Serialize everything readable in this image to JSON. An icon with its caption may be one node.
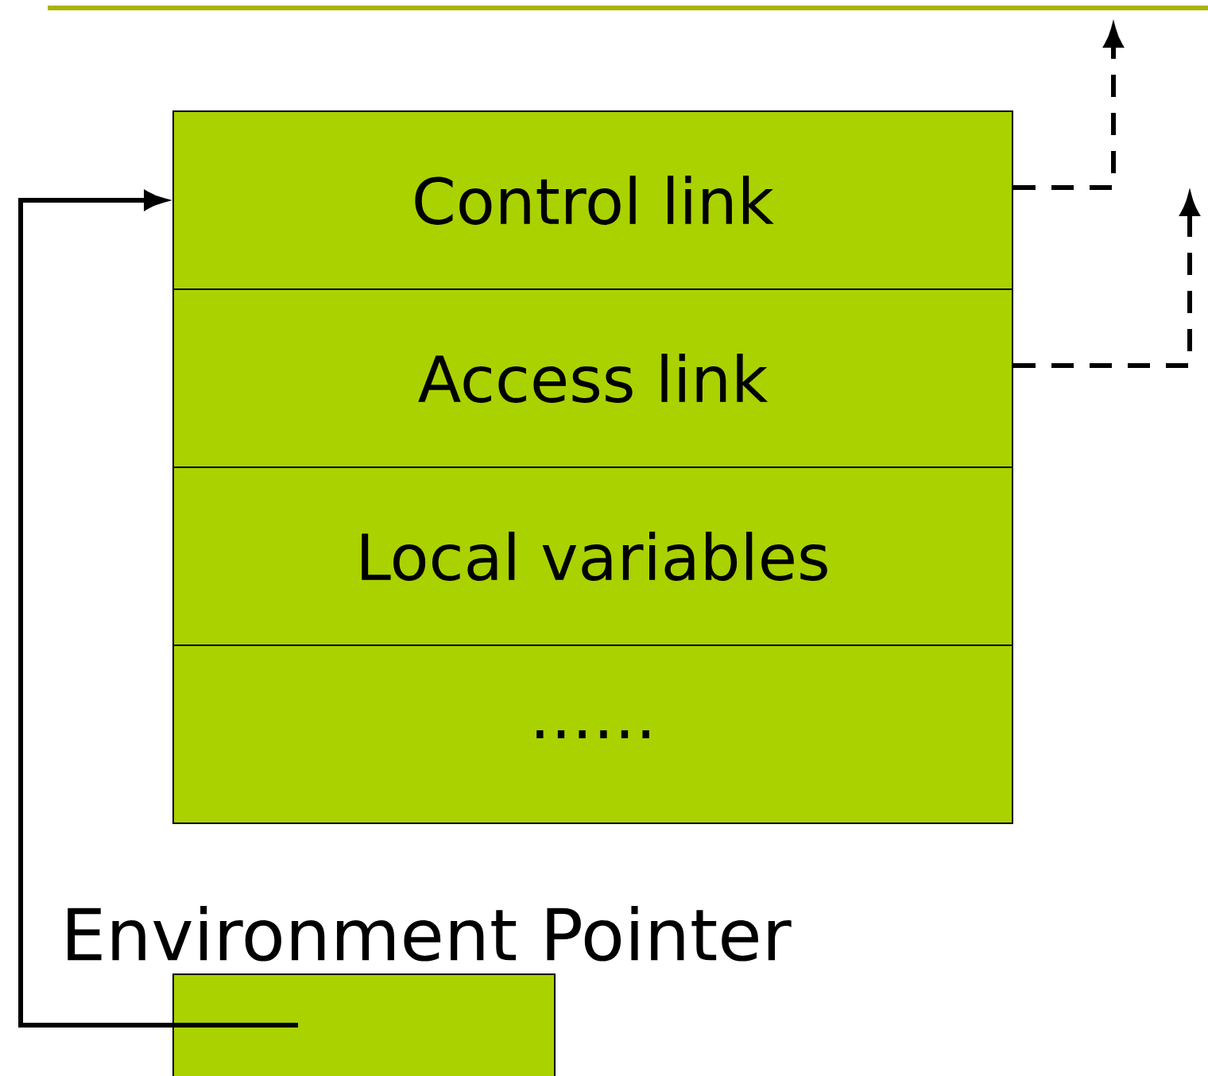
{
  "diagram": {
    "nodes": [
      {
        "text": [
          "Control link"
        ]
      },
      {
        "text": [
          "Access link"
        ]
      },
      {
        "text": [
          "Local variables"
        ]
      },
      {
        "text": [
          "……"
        ]
      },
      {
        "text": [],
        "shape": "box",
        "beside": [
          "Environment Pointer"
        ]
      }
    ],
    "edges": [
      {
        "from": 4,
        "to": 0,
        "arrow": "to"
      },
      {
        "from": 0,
        "to": null,
        "arrow": "to",
        "style": "dashed"
      },
      {
        "from": 1,
        "to": null,
        "arrow": "to",
        "style": "dashed"
      }
    ]
  }
}
